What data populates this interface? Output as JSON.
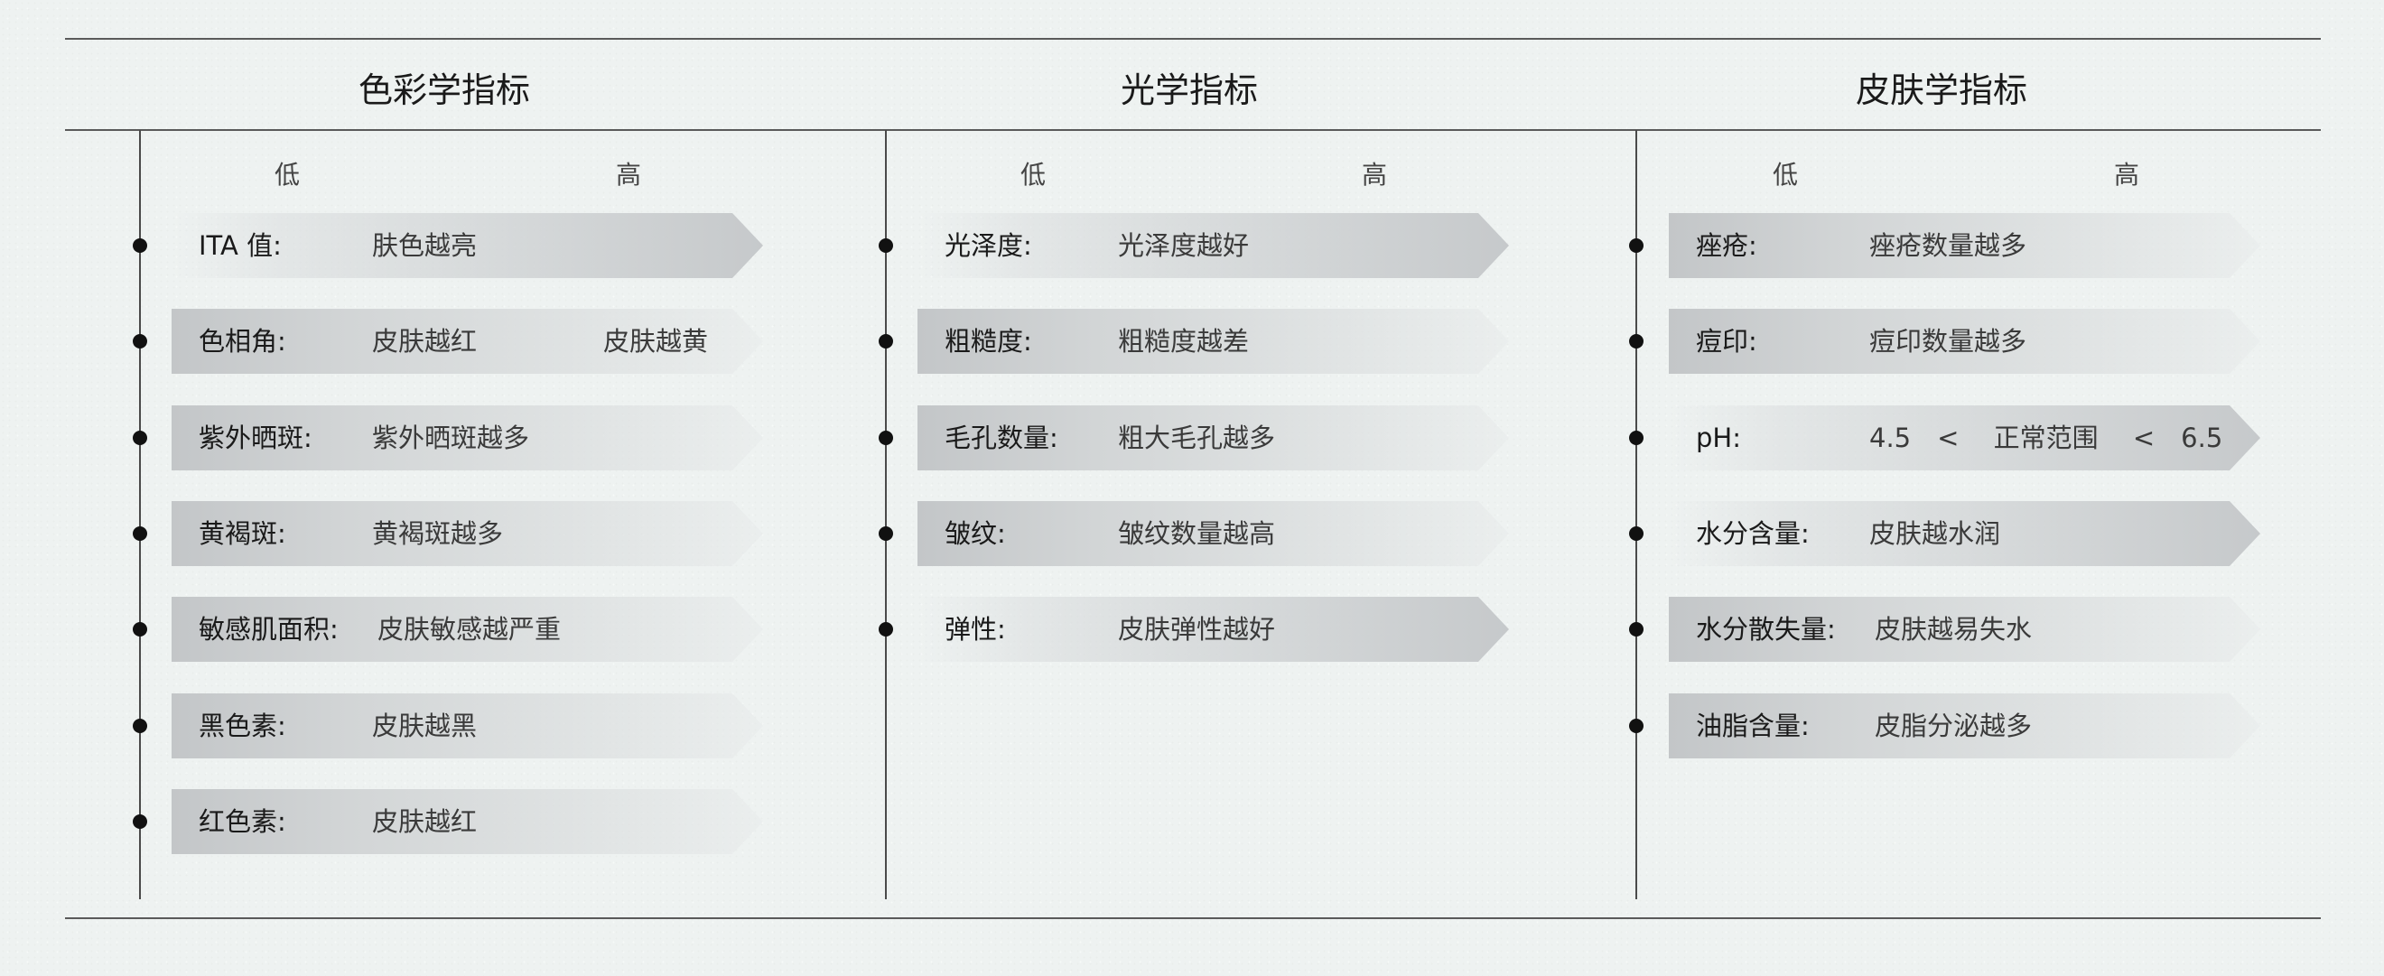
{
  "columns": [
    {
      "title": "色彩学指标",
      "low_label": "低",
      "high_label": "高",
      "rows": [
        {
          "label": "ITA 值:",
          "desc": "肤色越亮",
          "desc_high": "",
          "gradient": "reverse"
        },
        {
          "label": "色相角:",
          "desc": "皮肤越红",
          "desc_high": "皮肤越黄",
          "gradient": "forward"
        },
        {
          "label": "紫外晒斑:",
          "desc": "紫外晒斑越多",
          "desc_high": "",
          "gradient": "forward"
        },
        {
          "label": "黄褐斑:",
          "desc": "黄褐斑越多",
          "desc_high": "",
          "gradient": "forward"
        },
        {
          "label": "敏感肌面积:",
          "desc": "皮肤敏感越严重",
          "desc_high": "",
          "gradient": "forward"
        },
        {
          "label": "黑色素:",
          "desc": "皮肤越黑",
          "desc_high": "",
          "gradient": "forward"
        },
        {
          "label": "红色素:",
          "desc": "皮肤越红",
          "desc_high": "",
          "gradient": "forward"
        }
      ]
    },
    {
      "title": "光学指标",
      "low_label": "低",
      "high_label": "高",
      "rows": [
        {
          "label": "光泽度:",
          "desc": "光泽度越好",
          "gradient": "reverse"
        },
        {
          "label": "粗糙度:",
          "desc": "粗糙度越差",
          "gradient": "forward"
        },
        {
          "label": "毛孔数量:",
          "desc": "粗大毛孔越多",
          "gradient": "forward"
        },
        {
          "label": "皱纹:",
          "desc": "皱纹数量越高",
          "gradient": "forward"
        },
        {
          "label": "弹性:",
          "desc": "皮肤弹性越好",
          "gradient": "reverse"
        }
      ]
    },
    {
      "title": "皮肤学指标",
      "low_label": "低",
      "high_label": "高",
      "rows": [
        {
          "label": "痤疮:",
          "desc": "痤疮数量越多",
          "gradient": "forward"
        },
        {
          "label": "痘印:",
          "desc": "痘印数量越多",
          "gradient": "forward"
        },
        {
          "label": "pH:",
          "desc": "4.5　<　 正常范围　 <　6.5",
          "gradient": "reverse"
        },
        {
          "label": "水分含量:",
          "desc": "皮肤越水润",
          "gradient": "reverse"
        },
        {
          "label": "水分散失量:",
          "desc": "皮肤越易失水",
          "gradient": "forward"
        },
        {
          "label": "油脂含量:",
          "desc": "皮脂分泌越多",
          "gradient": "forward"
        }
      ]
    }
  ]
}
